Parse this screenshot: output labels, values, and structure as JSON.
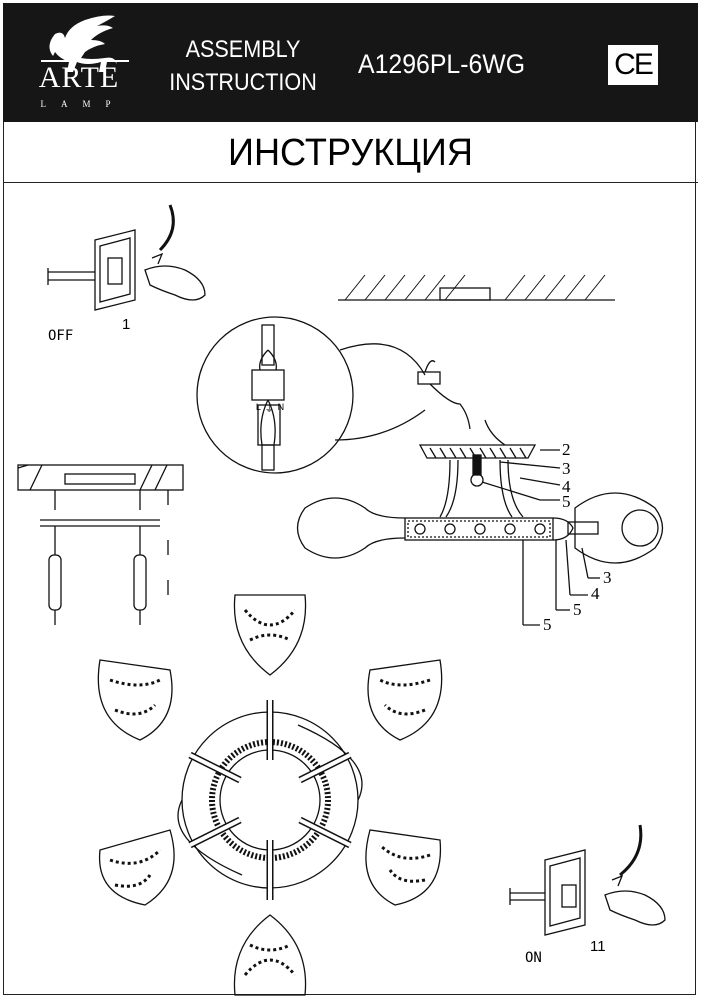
{
  "header": {
    "brand": "ARTE",
    "brand_sub": "LAMP",
    "doc_type_line1": "ASSEMBLY",
    "doc_type_line2": "INSTRUCTION",
    "model": "A1296PL-6WG",
    "certification": "CE"
  },
  "title": "ИНСТРУКЦИЯ",
  "steps": {
    "switch_off_label": "OFF",
    "switch_off_step": "1",
    "switch_on_label": "ON",
    "switch_on_step": "11"
  },
  "wiring": {
    "terminal_labels": [
      "L",
      "⏚",
      "N"
    ]
  },
  "callouts": [
    "2",
    "3",
    "4",
    "5",
    "3",
    "4",
    "5",
    "5"
  ]
}
